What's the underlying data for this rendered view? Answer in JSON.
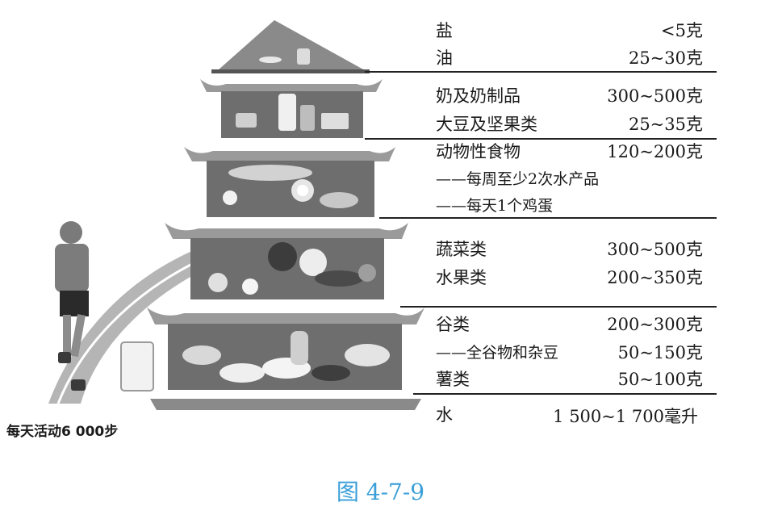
{
  "tiers": [
    {
      "items": [
        {
          "name": "盐",
          "amount": "<5克"
        },
        {
          "name": "油",
          "amount": "25~30克"
        }
      ]
    },
    {
      "items": [
        {
          "name": "奶及奶制品",
          "amount": "300~500克"
        },
        {
          "name": "大豆及坚果类",
          "amount": "25~35克"
        }
      ]
    },
    {
      "items": [
        {
          "name": "动物性食物",
          "amount": "120~200克"
        }
      ],
      "notes": [
        "——每周至少2次水产品",
        "——每天1个鸡蛋"
      ]
    },
    {
      "items": [
        {
          "name": "蔬菜类",
          "amount": "300~500克"
        },
        {
          "name": "水果类",
          "amount": "200~350克"
        }
      ]
    },
    {
      "items": [
        {
          "name": "谷类",
          "amount": "200~300克"
        },
        {
          "name": "——全谷物和杂豆",
          "amount": "50~150克"
        },
        {
          "name": "薯类",
          "amount": "50~100克"
        }
      ]
    },
    {
      "items": [
        {
          "name": "水",
          "amount": "1 500~1 700毫升"
        }
      ]
    }
  ],
  "activity_label": "每天活动6 000步",
  "caption": "图 4-7-9",
  "colors": {
    "caption": "#3a9fd8",
    "roof": "#8a8a8a",
    "tier_body": "#6e6e6e",
    "text": "#1a1a1a"
  }
}
